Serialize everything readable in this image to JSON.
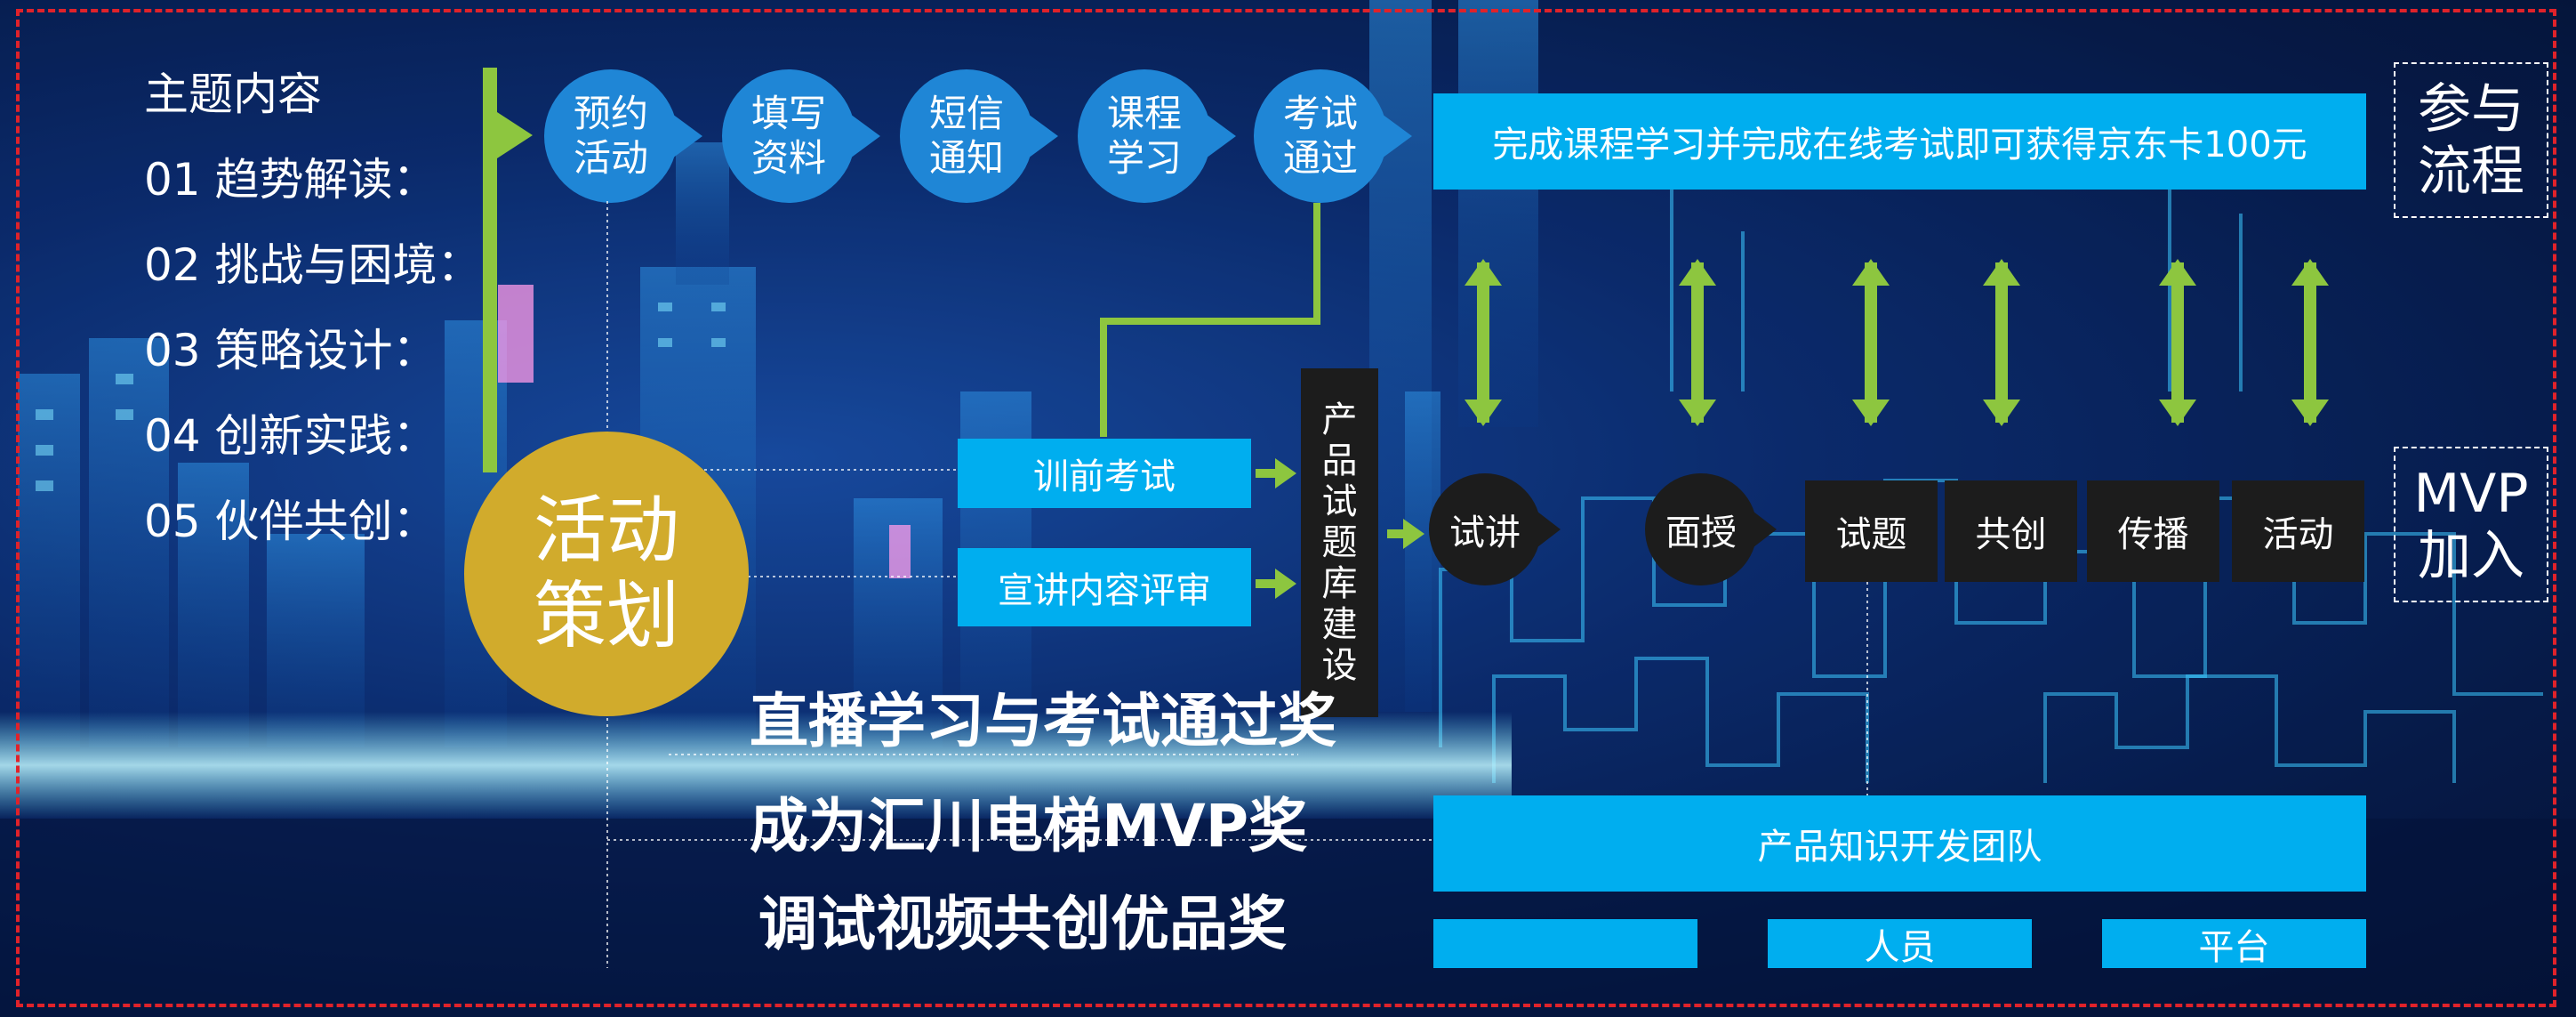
{
  "toc": {
    "title": "主题内容",
    "items": [
      "01 趋势解读：",
      "02 挑战与困境：",
      "03 策略设计：",
      "04 创新实践：",
      "05 伙伴共创："
    ]
  },
  "steps": [
    {
      "line1": "预约",
      "line2": "活动"
    },
    {
      "line1": "填写",
      "line2": "资料"
    },
    {
      "line1": "短信",
      "line2": "通知"
    },
    {
      "line1": "课程",
      "line2": "学习"
    },
    {
      "line1": "考试",
      "line2": "通过"
    }
  ],
  "banner": "完成课程学习并完成在线考试即可获得京东卡100元",
  "side_labels": {
    "participate_line1": "参与",
    "participate_line2": "流程",
    "mvp_line1": "MVP",
    "mvp_line2": "加入"
  },
  "plan": {
    "line1": "活动",
    "line2": "策划"
  },
  "pre_training_exam": "训前考试",
  "content_review": "宣讲内容评审",
  "question_bank": "产品试题库建设",
  "mvp_flow": {
    "circles": [
      "试讲",
      "面授"
    ],
    "boxes": [
      "试题",
      "共创",
      "传播",
      "活动"
    ]
  },
  "awards": [
    "直播学习与考试通过奖",
    "成为汇川电梯MVP奖",
    "调试视频共创优品奖"
  ],
  "team": {
    "label": "产品知识开发团队",
    "bars": [
      "",
      "人员",
      "平台"
    ]
  },
  "colors": {
    "accent_blue": "#00aeef",
    "step_blue": "#1f86d6",
    "arrow_green": "#8dc63f",
    "plan_gold": "#d1ab2c",
    "dark_box": "#1c1c1c",
    "frame_red": "#e0222a"
  }
}
